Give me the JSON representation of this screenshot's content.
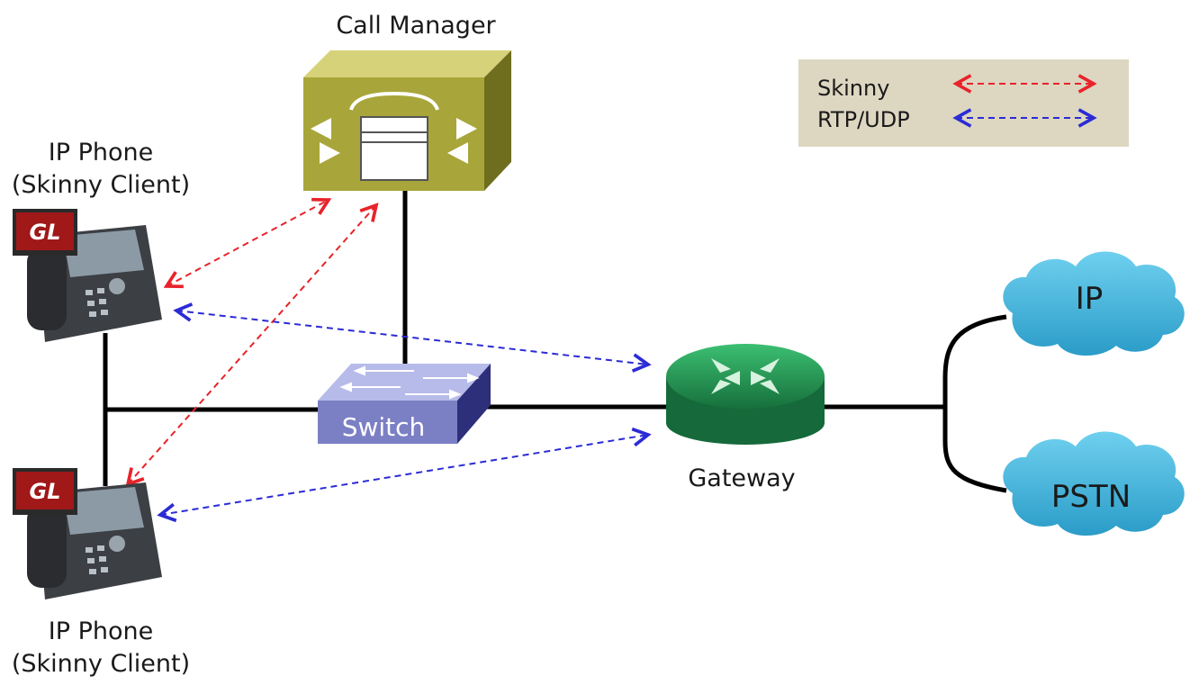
{
  "diagram": {
    "call_manager": {
      "label": "Call Manager"
    },
    "phone_top": {
      "label_line1": "IP Phone",
      "label_line2": "(Skinny Client)",
      "badge": "GL"
    },
    "phone_bottom": {
      "label_line1": "IP Phone",
      "label_line2": "(Skinny Client)",
      "badge": "GL"
    },
    "switch": {
      "label": "Switch"
    },
    "gateway": {
      "label": "Gateway"
    },
    "cloud_ip": {
      "label": "IP"
    },
    "cloud_pstn": {
      "label": "PSTN"
    },
    "legend": [
      {
        "label": "Skinny",
        "color": "#e8232a"
      },
      {
        "label": "RTP/UDP",
        "color": "#2b2bd6"
      }
    ],
    "colors": {
      "call_manager_face": "#a8a63a",
      "switch_face": "#7b7fc4",
      "gateway": "#1f8f4e",
      "cloud": "#3fb3d9",
      "legend_bg": "#ddd6c1"
    }
  }
}
